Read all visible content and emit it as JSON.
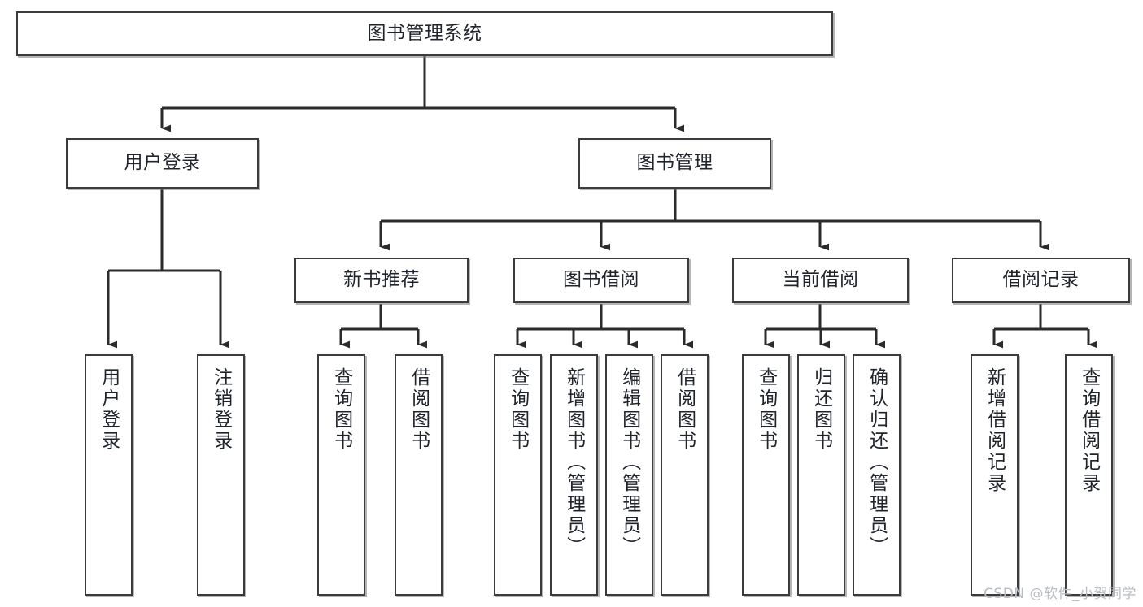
{
  "diagram": {
    "title": "图书管理系统",
    "type": "functional-decomposition-tree",
    "root": {
      "id": "root",
      "label": "图书管理系统",
      "orientation": "horizontal"
    },
    "level1": [
      {
        "id": "user-login",
        "label": "用户登录",
        "orientation": "horizontal"
      },
      {
        "id": "book-manage",
        "label": "图书管理",
        "orientation": "horizontal"
      }
    ],
    "level2": [
      {
        "id": "new-book-recommend",
        "label": "新书推荐",
        "orientation": "horizontal",
        "parent": "book-manage"
      },
      {
        "id": "book-borrow",
        "label": "图书借阅",
        "orientation": "horizontal",
        "parent": "book-manage"
      },
      {
        "id": "current-borrow",
        "label": "当前借阅",
        "orientation": "horizontal",
        "parent": "book-manage"
      },
      {
        "id": "borrow-record",
        "label": "借阅记录",
        "orientation": "horizontal",
        "parent": "book-manage"
      }
    ],
    "leaves": [
      {
        "id": "leaf-user-login",
        "label": "用户登录",
        "parent": "user-login"
      },
      {
        "id": "leaf-logout-login",
        "label": "注销登录",
        "parent": "user-login"
      },
      {
        "id": "leaf-query-book-recommend",
        "label": "查询图书",
        "parent": "new-book-recommend"
      },
      {
        "id": "leaf-borrow-book-recommend",
        "label": "借阅图书",
        "parent": "new-book-recommend"
      },
      {
        "id": "leaf-query-book-borrow",
        "label": "查询图书",
        "parent": "book-borrow"
      },
      {
        "id": "leaf-add-book",
        "label": "新增图书（管理员）",
        "parent": "book-borrow"
      },
      {
        "id": "leaf-edit-book",
        "label": "编辑图书（管理员）",
        "parent": "book-borrow"
      },
      {
        "id": "leaf-borrow-book",
        "label": "借阅图书",
        "parent": "book-borrow"
      },
      {
        "id": "leaf-query-book-current",
        "label": "查询图书",
        "parent": "current-borrow"
      },
      {
        "id": "leaf-return-book",
        "label": "归还图书",
        "parent": "current-borrow"
      },
      {
        "id": "leaf-confirm-return",
        "label": "确认归还（管理员）",
        "parent": "current-borrow"
      },
      {
        "id": "leaf-add-borrow-record",
        "label": "新增借阅记录",
        "parent": "borrow-record"
      },
      {
        "id": "leaf-query-borrow-record",
        "label": "查询借阅记录",
        "parent": "borrow-record"
      }
    ],
    "watermark": "CSDN @软件_小贺同学",
    "colors": {
      "box_border": "#3b3b3b",
      "box_fill": "#ffffff",
      "edge": "#2b2b2b",
      "text": "#20242b",
      "watermark": "#b9bcc2",
      "background": "#ffffff"
    }
  }
}
